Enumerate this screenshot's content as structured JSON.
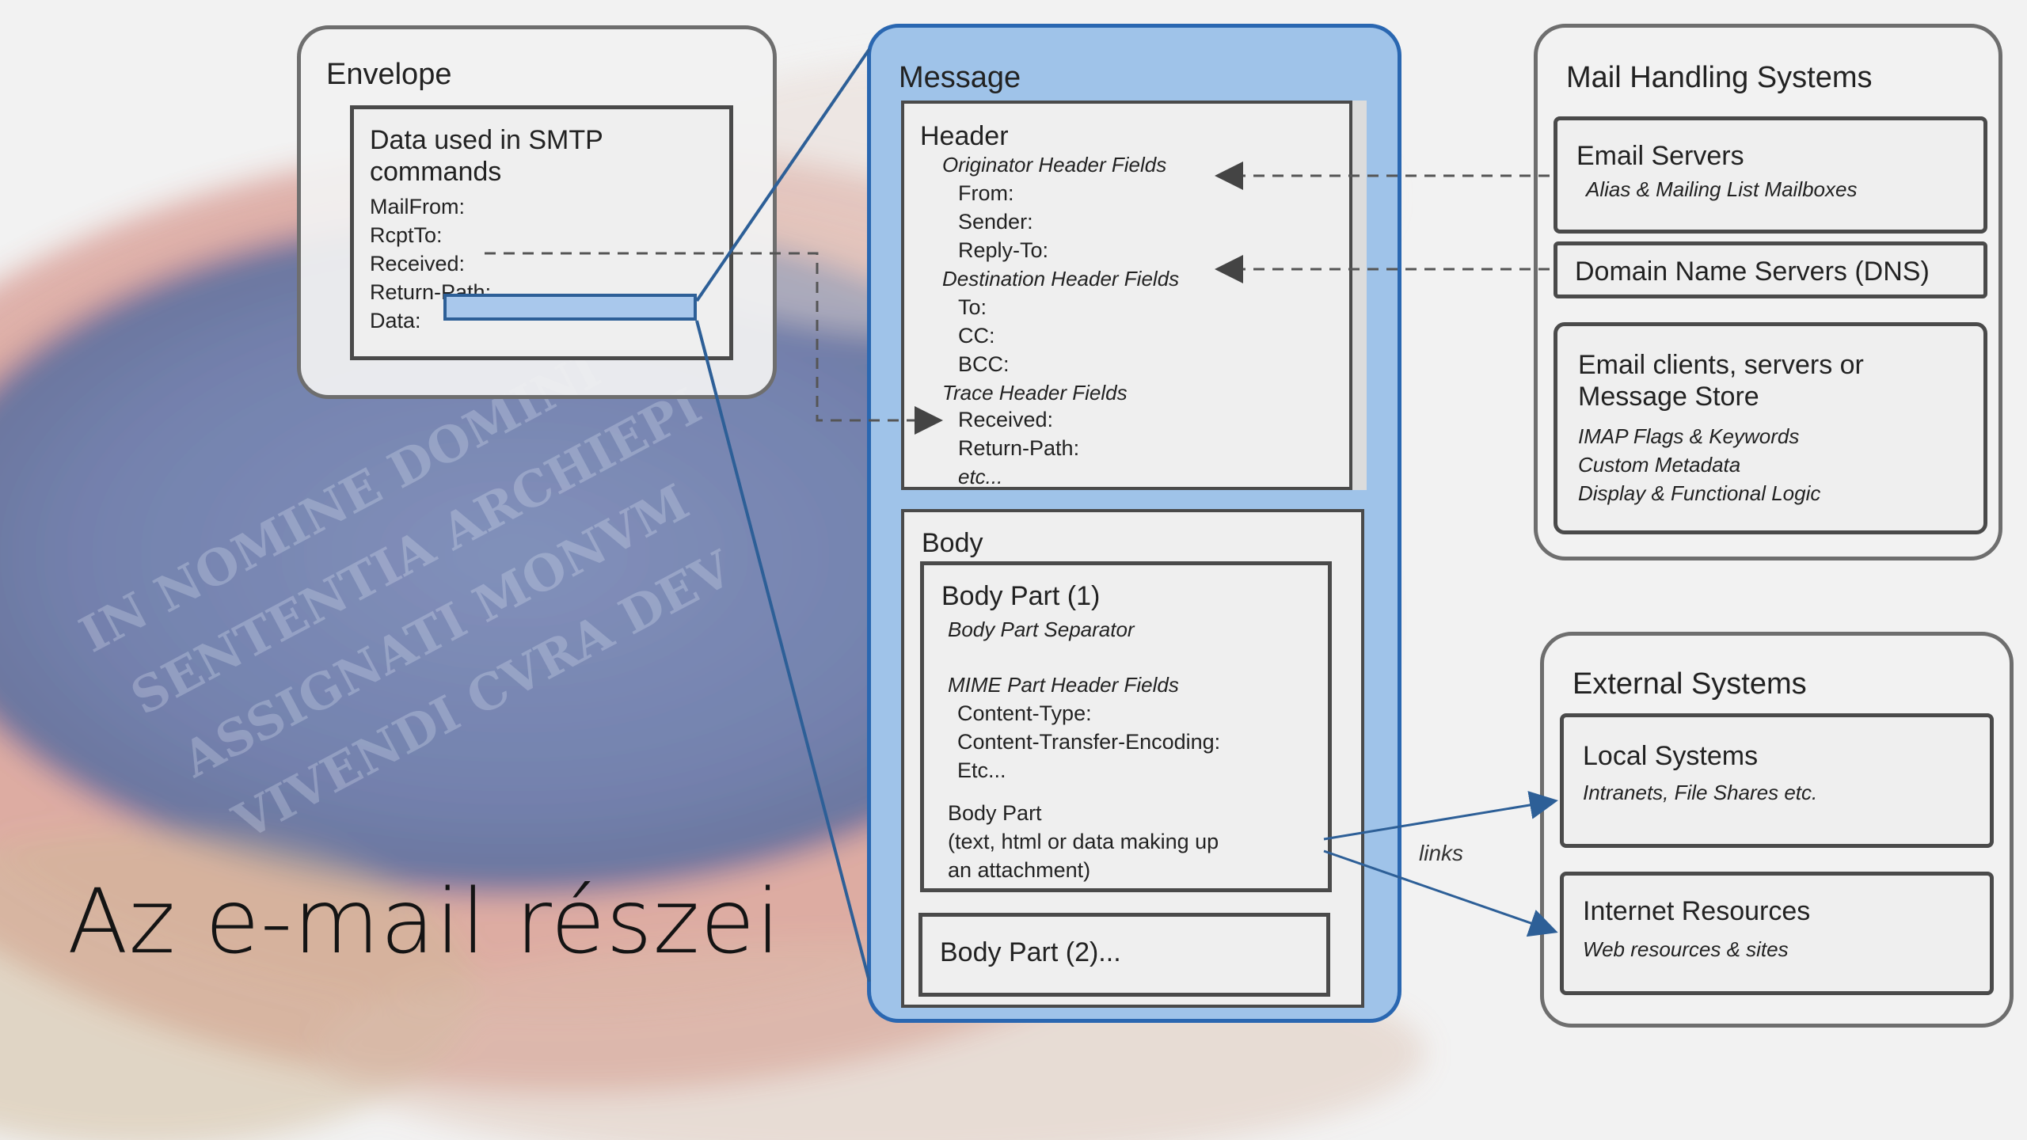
{
  "slide_title": "Az e-mail részei",
  "envelope": {
    "title": "Envelope",
    "inner_line1": "Data used in SMTP",
    "inner_line2": "commands",
    "fields": [
      "MailFrom:",
      "RcptTo:",
      "Received:",
      "Return-Path:",
      "Data:"
    ]
  },
  "message": {
    "title": "Message",
    "header": {
      "title": "Header",
      "originator": "Originator Header Fields",
      "originator_fields": [
        "From:",
        "Sender:",
        "Reply-To:"
      ],
      "destination": "Destination Header Fields",
      "destination_fields": [
        "To:",
        "CC:",
        "BCC:"
      ],
      "trace": "Trace Header Fields",
      "trace_fields": [
        "Received:",
        "Return-Path:"
      ],
      "etc": "etc..."
    },
    "body": {
      "title": "Body",
      "part1": {
        "title": "Body Part (1)",
        "separator": "Body Part Separator",
        "mime": "MIME Part Header Fields",
        "mime_fields": [
          "Content-Type:",
          "Content-Transfer-Encoding:",
          "Etc..."
        ],
        "part_label": "Body Part",
        "part_desc1": "(text, html or data making up",
        "part_desc2": "an attachment)"
      },
      "part2": "Body Part (2)..."
    }
  },
  "mail_handling": {
    "title": "Mail Handling Systems",
    "email_servers": {
      "title": "Email Servers",
      "sub": "Alias & Mailing List Mailboxes"
    },
    "dns": {
      "title": "Domain Name Servers (DNS)"
    },
    "clients": {
      "line1": "Email clients, servers or",
      "line2": "Message Store",
      "items": [
        "IMAP Flags & Keywords",
        "Custom Metadata",
        "Display & Functional Logic"
      ]
    }
  },
  "external": {
    "title": "External Systems",
    "local": {
      "title": "Local Systems",
      "sub": "Intranets, File Shares etc."
    },
    "internet": {
      "title": "Internet Resources",
      "sub": "Web resources & sites"
    }
  },
  "links_label": "links",
  "colors": {
    "message_fill": "#9fc3e9",
    "message_border": "#2a67b1",
    "connector": "#2d5f97",
    "data_bar": "#a9c8ec"
  }
}
